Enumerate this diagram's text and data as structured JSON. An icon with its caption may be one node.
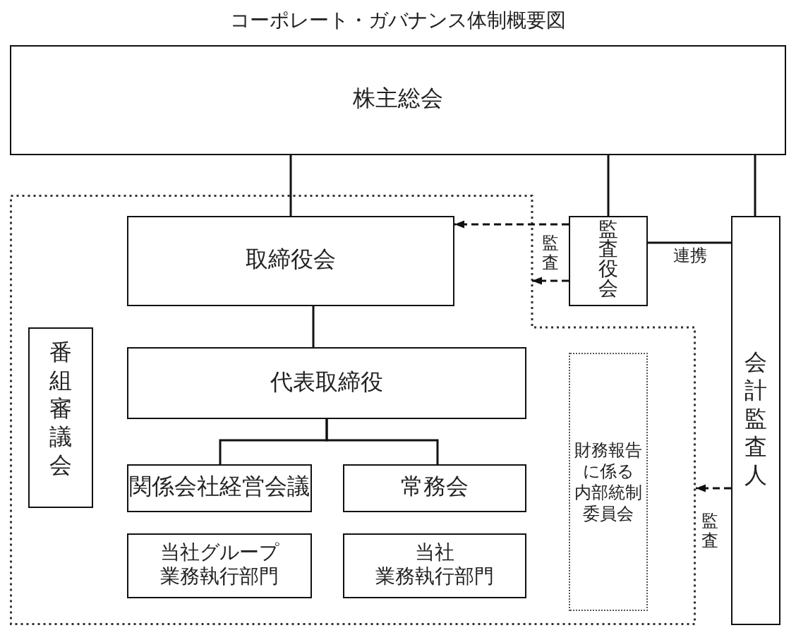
{
  "diagram": {
    "title": "コーポレート・ガバナンス体制概要図",
    "nodes": [
      {
        "text": [
          "株主総会"
        ]
      },
      {
        "text": [],
        "shape": "box"
      },
      {
        "text": [
          "取締役会"
        ],
        "in": 1
      },
      {
        "text": [
          "監査役会"
        ]
      },
      {
        "text": [
          "会計監査人"
        ]
      },
      {
        "text": [
          "番組審議会"
        ],
        "in": 1
      },
      {
        "text": [
          "代表取締役"
        ],
        "in": 1
      },
      {
        "text": [
          "財務報告に係る内部統制委員会"
        ],
        "in": 1
      },
      {
        "text": [
          "関係会社経営会議"
        ],
        "in": 1
      },
      {
        "text": [
          "常務会"
        ],
        "in": 1
      },
      {
        "text": [
          "当社グループ業務執行部門"
        ],
        "in": 1
      },
      {
        "text": [
          "当社業務執行部門"
        ],
        "in": 1
      }
    ],
    "edges": [
      {
        "from": 0,
        "to": 2,
        "arrow": "none"
      },
      {
        "from": 0,
        "to": 3,
        "arrow": "none"
      },
      {
        "from": 0,
        "to": 4,
        "arrow": "none"
      },
      {
        "from": 2,
        "to": 6,
        "arrow": "none"
      },
      {
        "from": 6,
        "to": 8,
        "arrow": "none"
      },
      {
        "from": 6,
        "to": 9,
        "arrow": "none"
      },
      {
        "from": 3,
        "to": 2,
        "arrow": "to",
        "style": "dashed"
      },
      {
        "from": 3,
        "to": 1,
        "arrow": "to",
        "style": "dashed",
        "label": "監査"
      },
      {
        "from": 3,
        "to": 4,
        "arrow": "none",
        "label": "連携"
      },
      {
        "from": 4,
        "to": 1,
        "arrow": "to",
        "style": "dashed",
        "label": "監査"
      }
    ]
  }
}
